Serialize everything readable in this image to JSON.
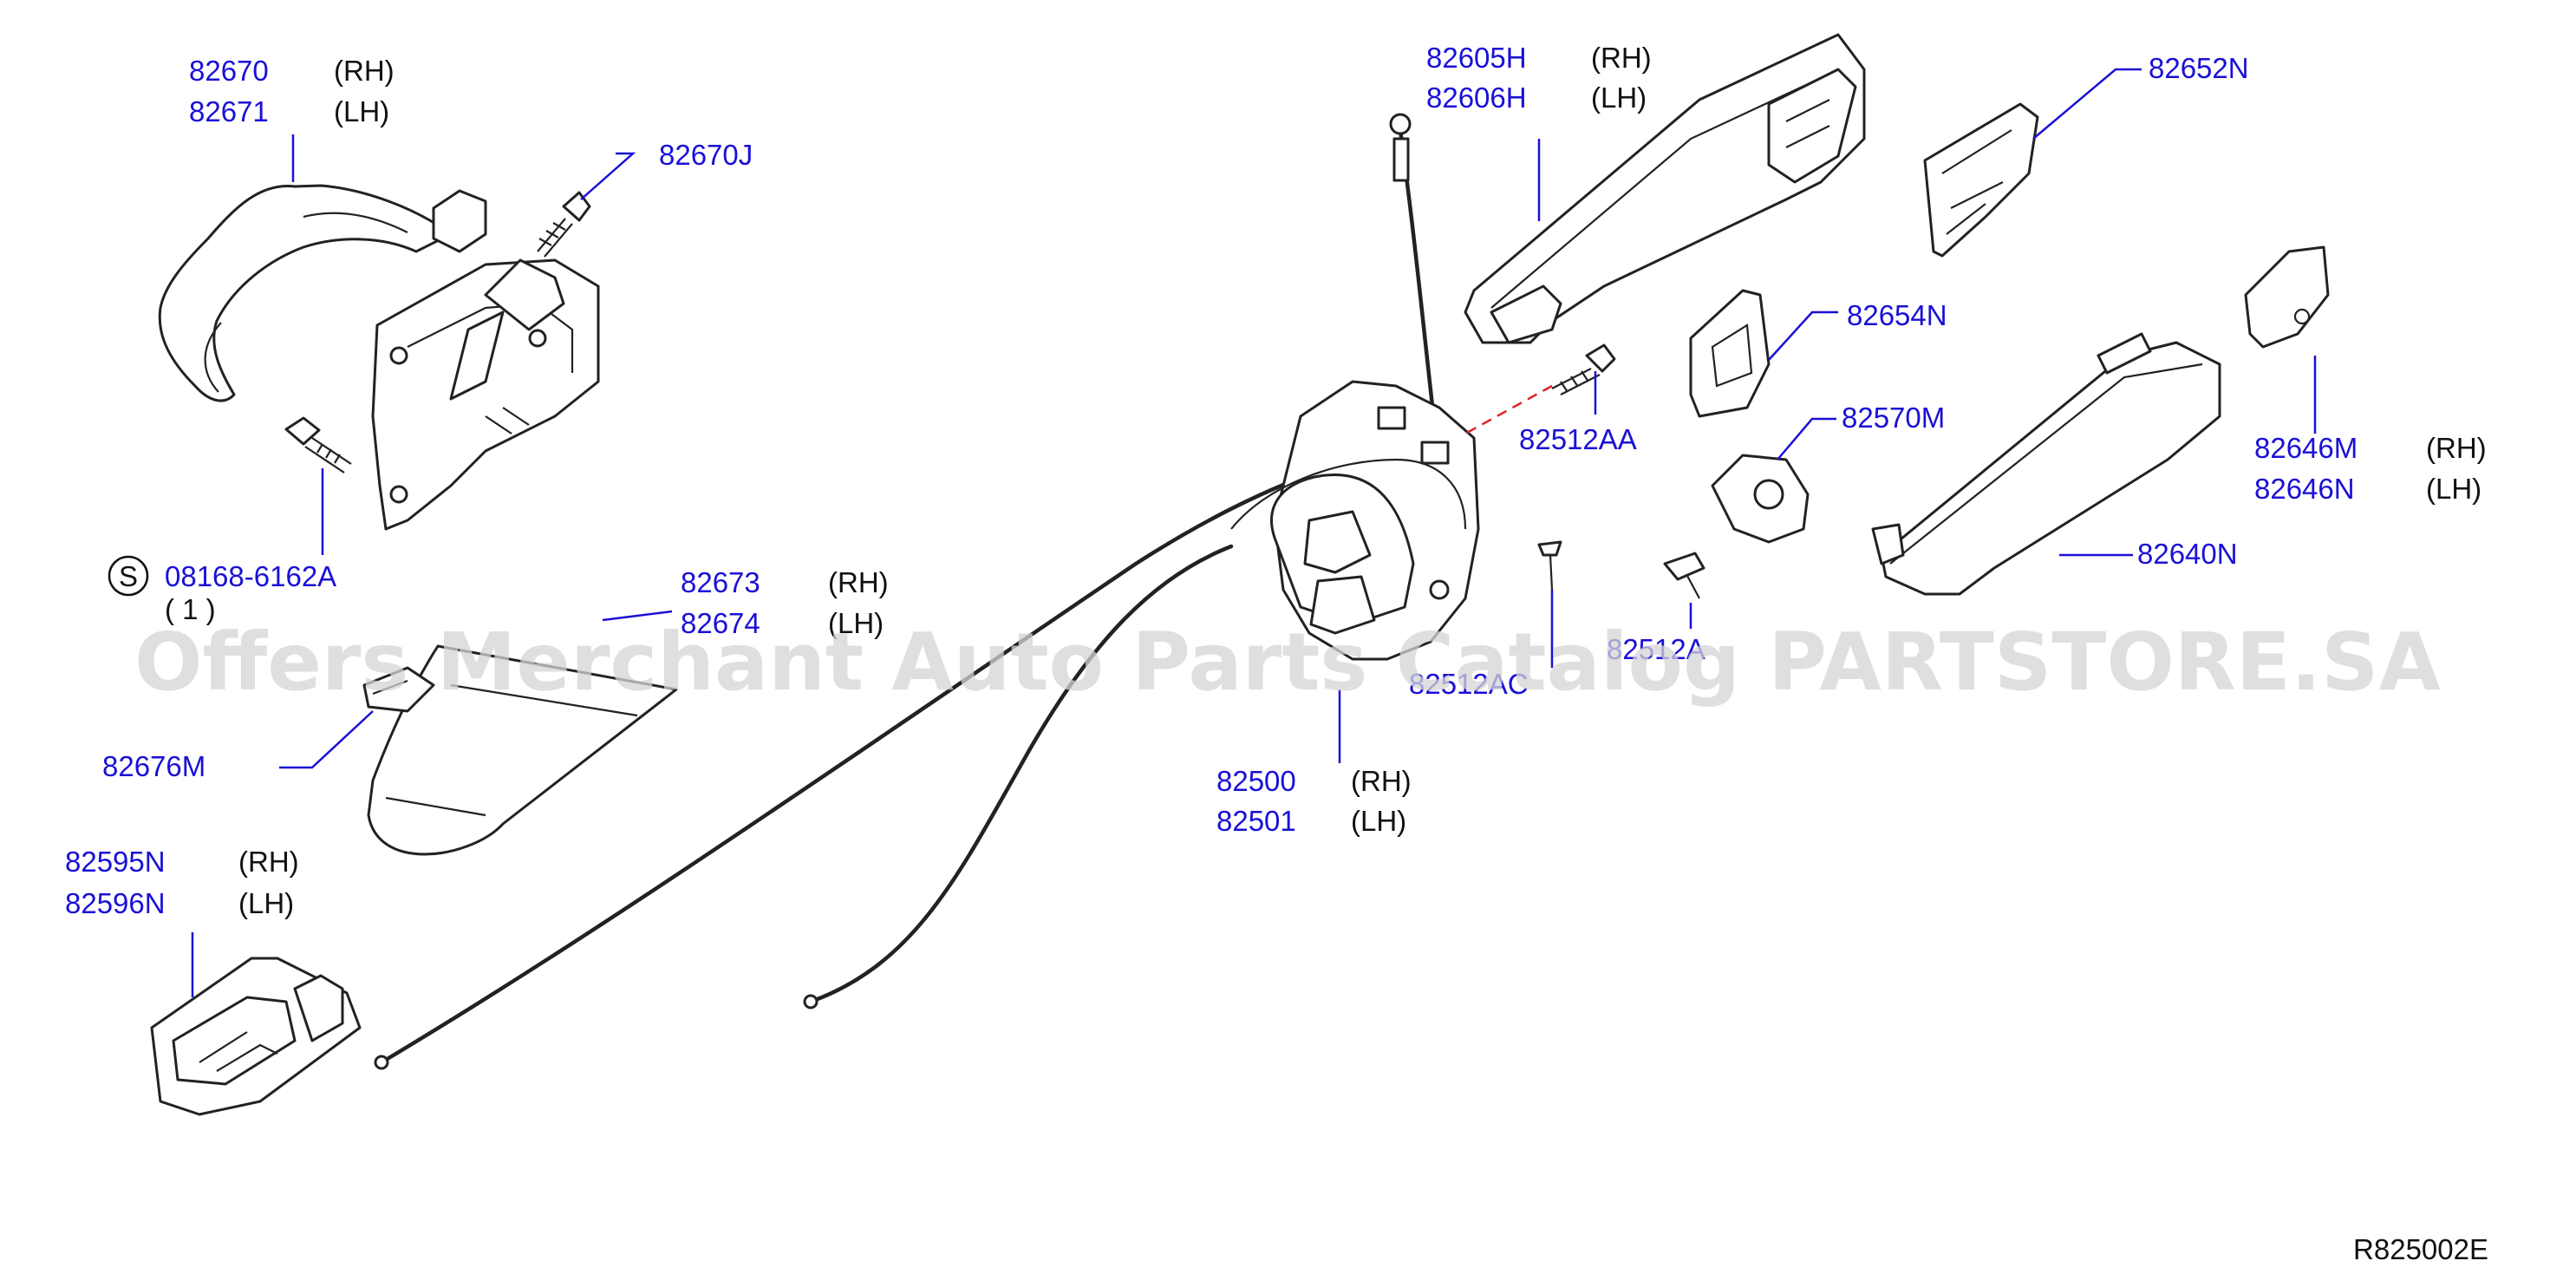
{
  "callouts": {
    "p82670": "82670",
    "p82671": "82671",
    "p82670_rh": "(RH)",
    "p82670_lh": "(LH)",
    "p82670J": "82670J",
    "p08168": "08168-6162A",
    "p08168_qty": "( 1 )",
    "s_symbol": "S",
    "p82673": "82673",
    "p82674": "82674",
    "p82673_rh": "(RH)",
    "p82673_lh": "(LH)",
    "p82676M": "82676M",
    "p82595N": "82595N",
    "p82596N": "82596N",
    "p82595_rh": "(RH)",
    "p82595_lh": "(LH)",
    "p82605H": "82605H",
    "p82606H": "82606H",
    "p82605_rh": "(RH)",
    "p82605_lh": "(LH)",
    "p82652N": "82652N",
    "p82654N": "82654N",
    "p82512AA": "82512AA",
    "p82570M": "82570M",
    "p82646M": "82646M",
    "p82646N": "82646N",
    "p82646_rh": "(RH)",
    "p82646_lh": "(LH)",
    "p82640N": "82640N",
    "p82512A": "82512A",
    "p82512AC": "82512AC",
    "p82500": "82500",
    "p82501": "82501",
    "p82500_rh": "(RH)",
    "p82500_lh": "(LH)"
  },
  "diagram_ref": "R825002E",
  "watermark": "Offers Merchant Auto Parts Catalog PARTSTORE.SA"
}
